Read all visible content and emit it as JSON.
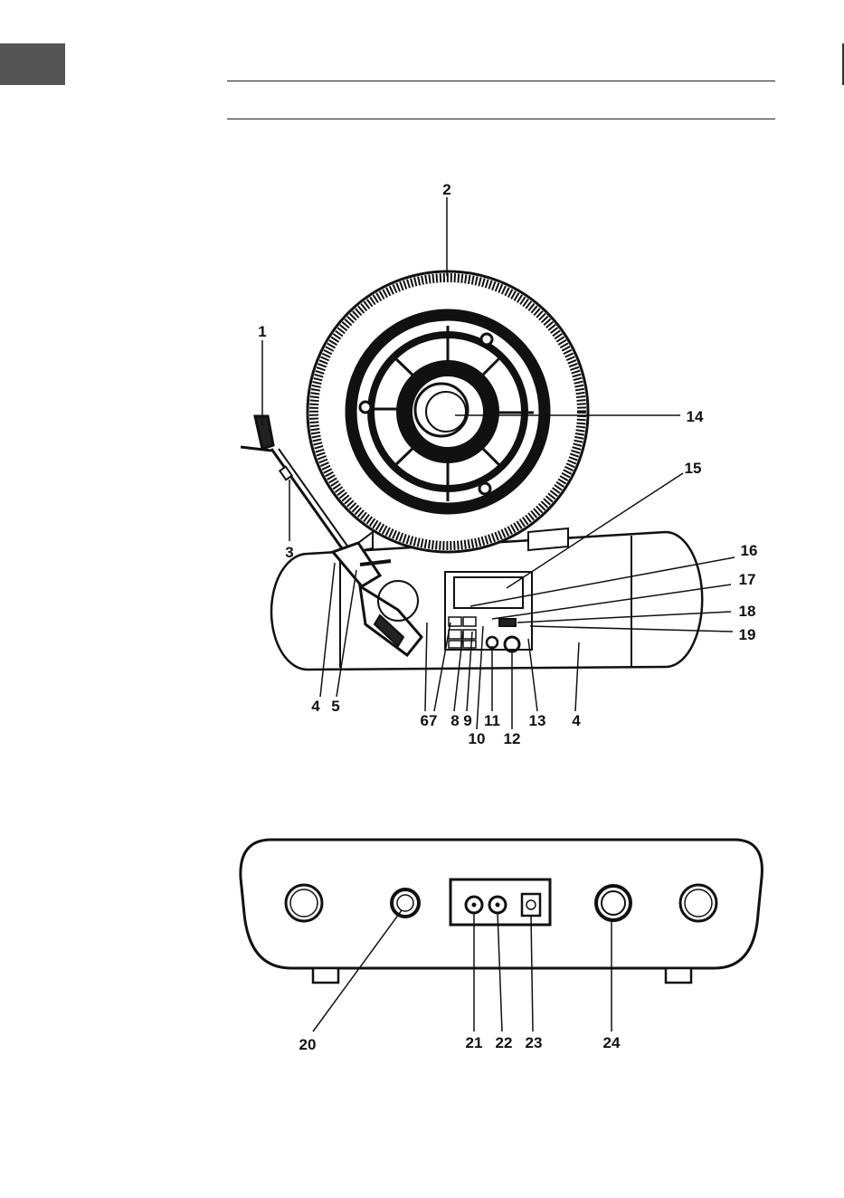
{
  "callouts": {
    "c1": "1",
    "c2": "2",
    "c3": "3",
    "c4a": "4",
    "c4b": "4",
    "c5": "5",
    "c67": "67",
    "c8": "8",
    "c9": "9",
    "c10": "10",
    "c11": "11",
    "c12": "12",
    "c13": "13",
    "c14": "14",
    "c15": "15",
    "c16": "16",
    "c17": "17",
    "c18": "18",
    "c19": "19",
    "c20": "20",
    "c21": "21",
    "c22": "22",
    "c23": "23",
    "c24": "24"
  },
  "colors": {
    "ink": "#111111",
    "tab": "#555555",
    "paper": "#ffffff"
  }
}
